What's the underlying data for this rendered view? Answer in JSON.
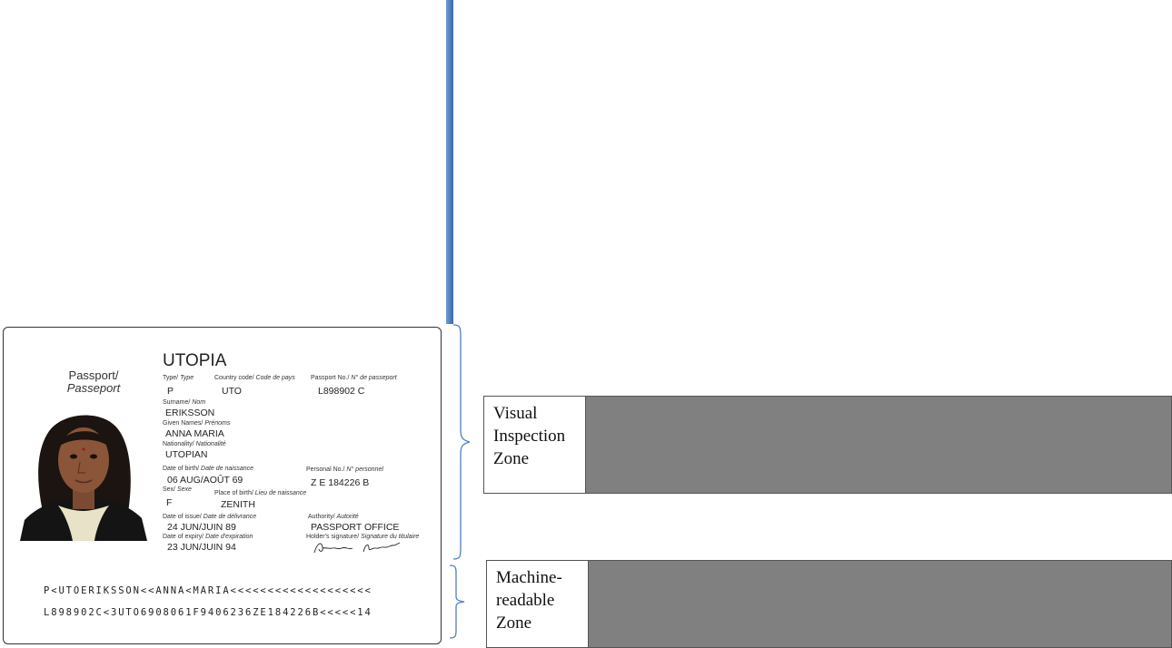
{
  "passport": {
    "doc_title_en": "Passport/",
    "doc_title_fr": "Passeport",
    "country": "UTOPIA",
    "type_label": "Type/",
    "type_label_fr": "Type",
    "type_value": "P",
    "country_code_label": "Country code/",
    "country_code_label_fr": "Code de pays",
    "country_code_value": "UTO",
    "passport_no_label": "Passport No./",
    "passport_no_label_fr": "N° de passeport",
    "passport_no_value": "L898902 C",
    "surname_label": "Surname/",
    "surname_label_fr": "Nom",
    "surname_value": "ERIKSSON",
    "given_names_label": "Given Names/",
    "given_names_label_fr": "Prénoms",
    "given_names_value": "ANNA MARIA",
    "nationality_label": "Nationality/",
    "nationality_label_fr": "Nationalité",
    "nationality_value": "UTOPIAN",
    "dob_label": "Date of birth/",
    "dob_label_fr": "Date de naissance",
    "dob_value": "06 AUG/AOÛT 69",
    "personal_no_label": "Personal No./",
    "personal_no_label_fr": "N° personnel",
    "personal_no_value": "Z E 184226 B",
    "sex_label": "Sex/",
    "sex_label_fr": "Sexe",
    "sex_value": "F",
    "place_of_birth_label": "Place of birth/",
    "place_of_birth_label_fr": "Lieu de naissance",
    "place_of_birth_value": "ZENITH",
    "issue_label": "Date of issue/",
    "issue_label_fr": "Date de délivrance",
    "issue_value": "24 JUN/JUIN 89",
    "authority_label": "Authority/",
    "authority_label_fr": "Autorité",
    "authority_value": "PASSPORT OFFICE",
    "expiry_label": "Date of expiry/",
    "expiry_label_fr": "Date d'expiration",
    "expiry_value": "23 JUN/JUIN 94",
    "signature_label": "Holder's signature/",
    "signature_label_fr": "Signature du titulaire",
    "mrz_line1": "P<UTOERIKSSON<<ANNA<MARIA<<<<<<<<<<<<<<<<<<<",
    "mrz_line2": "L898902C<3UTO6908061F9406236ZE184226B<<<<<14"
  },
  "zones": {
    "visual_label": "Visual Inspection Zone",
    "machine_label": "Machine-readable Zone"
  },
  "colors": {
    "accent_line": "#4f81bd",
    "brace": "#4f81bd",
    "zone_fill": "#808080"
  }
}
